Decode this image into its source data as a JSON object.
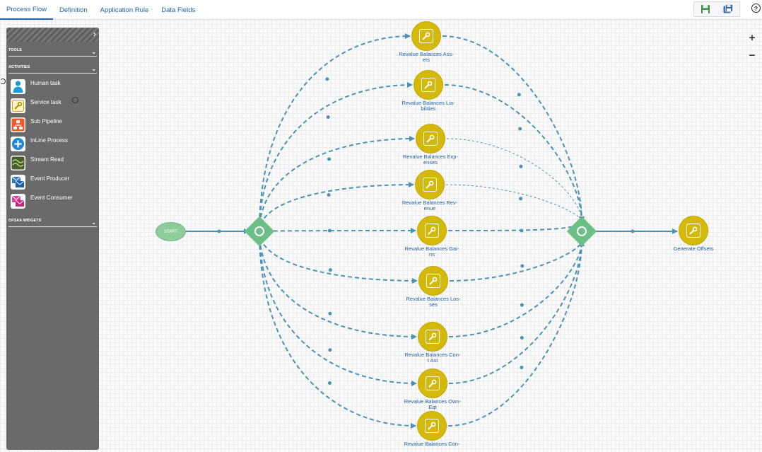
{
  "tabs": [
    {
      "label": "Process Flow",
      "active": true
    },
    {
      "label": "Definition",
      "active": false
    },
    {
      "label": "Application Rule",
      "active": false
    },
    {
      "label": "Data Fields",
      "active": false
    }
  ],
  "toolbar": {
    "icons": [
      "save-icon",
      "save-as-icon"
    ],
    "help_label": "?"
  },
  "zoom": {
    "in_label": "+",
    "out_label": "−"
  },
  "palette": {
    "collapse_icon": "›",
    "sections": {
      "tools": "TOOLS",
      "activities": "ACTIVITIES",
      "widgets": "OFSAA WIDGETS"
    },
    "chevron": "⌄",
    "items": [
      {
        "label": "Human task",
        "icon": "human-task-icon"
      },
      {
        "label": "Service task",
        "icon": "service-task-icon"
      },
      {
        "label": "Sub Pipeline",
        "icon": "sub-pipeline-icon"
      },
      {
        "label": "InLine Process",
        "icon": "inline-process-icon"
      },
      {
        "label": "Stream Read",
        "icon": "stream-read-icon"
      },
      {
        "label": "Event Producer",
        "icon": "event-producer-icon"
      },
      {
        "label": "Event Consumer",
        "icon": "event-consumer-icon"
      }
    ]
  },
  "flow": {
    "start_label": "START",
    "nodes": [
      {
        "label1": "Revalue Balances Ass-",
        "label2": "ets"
      },
      {
        "label1": "Revalue Balances Lia-",
        "label2": "bilities"
      },
      {
        "label1": "Revalue Balances Exp-",
        "label2": "enses"
      },
      {
        "label1": "Revalue Balances Rev-",
        "label2": "enue"
      },
      {
        "label1": "Revalue Balances Gai-",
        "label2": "ns"
      },
      {
        "label1": "Revalue Balances Los-",
        "label2": "ses"
      },
      {
        "label1": "Revalue Balances Con-",
        "label2": "t Ast"
      },
      {
        "label1": "Revalue Balances Own-",
        "label2": "Eqt"
      },
      {
        "label1": "Revalue Balances Con-",
        "label2": ""
      }
    ],
    "final_node": {
      "label1": "Generate Offsets",
      "label2": ""
    }
  },
  "colors": {
    "tab_text": "#1f63a8",
    "task_fill": "#d4b90b",
    "gateway": "#6cc085",
    "start": "#8dcc9b",
    "connector": "#4a93b8"
  }
}
